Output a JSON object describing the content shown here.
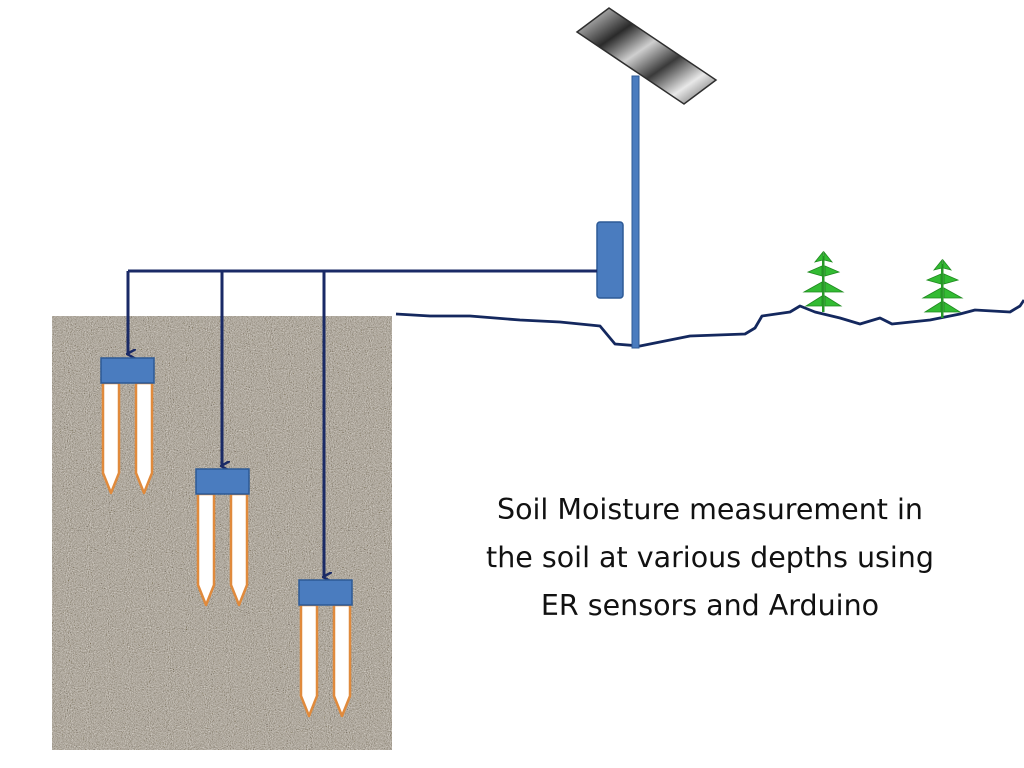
{
  "caption": {
    "lines": [
      "Soil Moisture measurement in",
      "the soil at various depths using",
      "ER sensors and Arduino"
    ]
  },
  "colors": {
    "wire": "#1a2a66",
    "sensor_head": "#4a7cbf",
    "sensor_prong_outline": "#e08a3c",
    "pole": "#4a7cbf",
    "ground_line": "#14285e",
    "plant": "#33bb33",
    "soil_base": "#a39a8e"
  },
  "icons": {
    "solar_panel": "solar-panel-icon",
    "controller": "arduino-box-icon",
    "plant": "plant-icon",
    "sensor": "er-sensor-icon"
  }
}
